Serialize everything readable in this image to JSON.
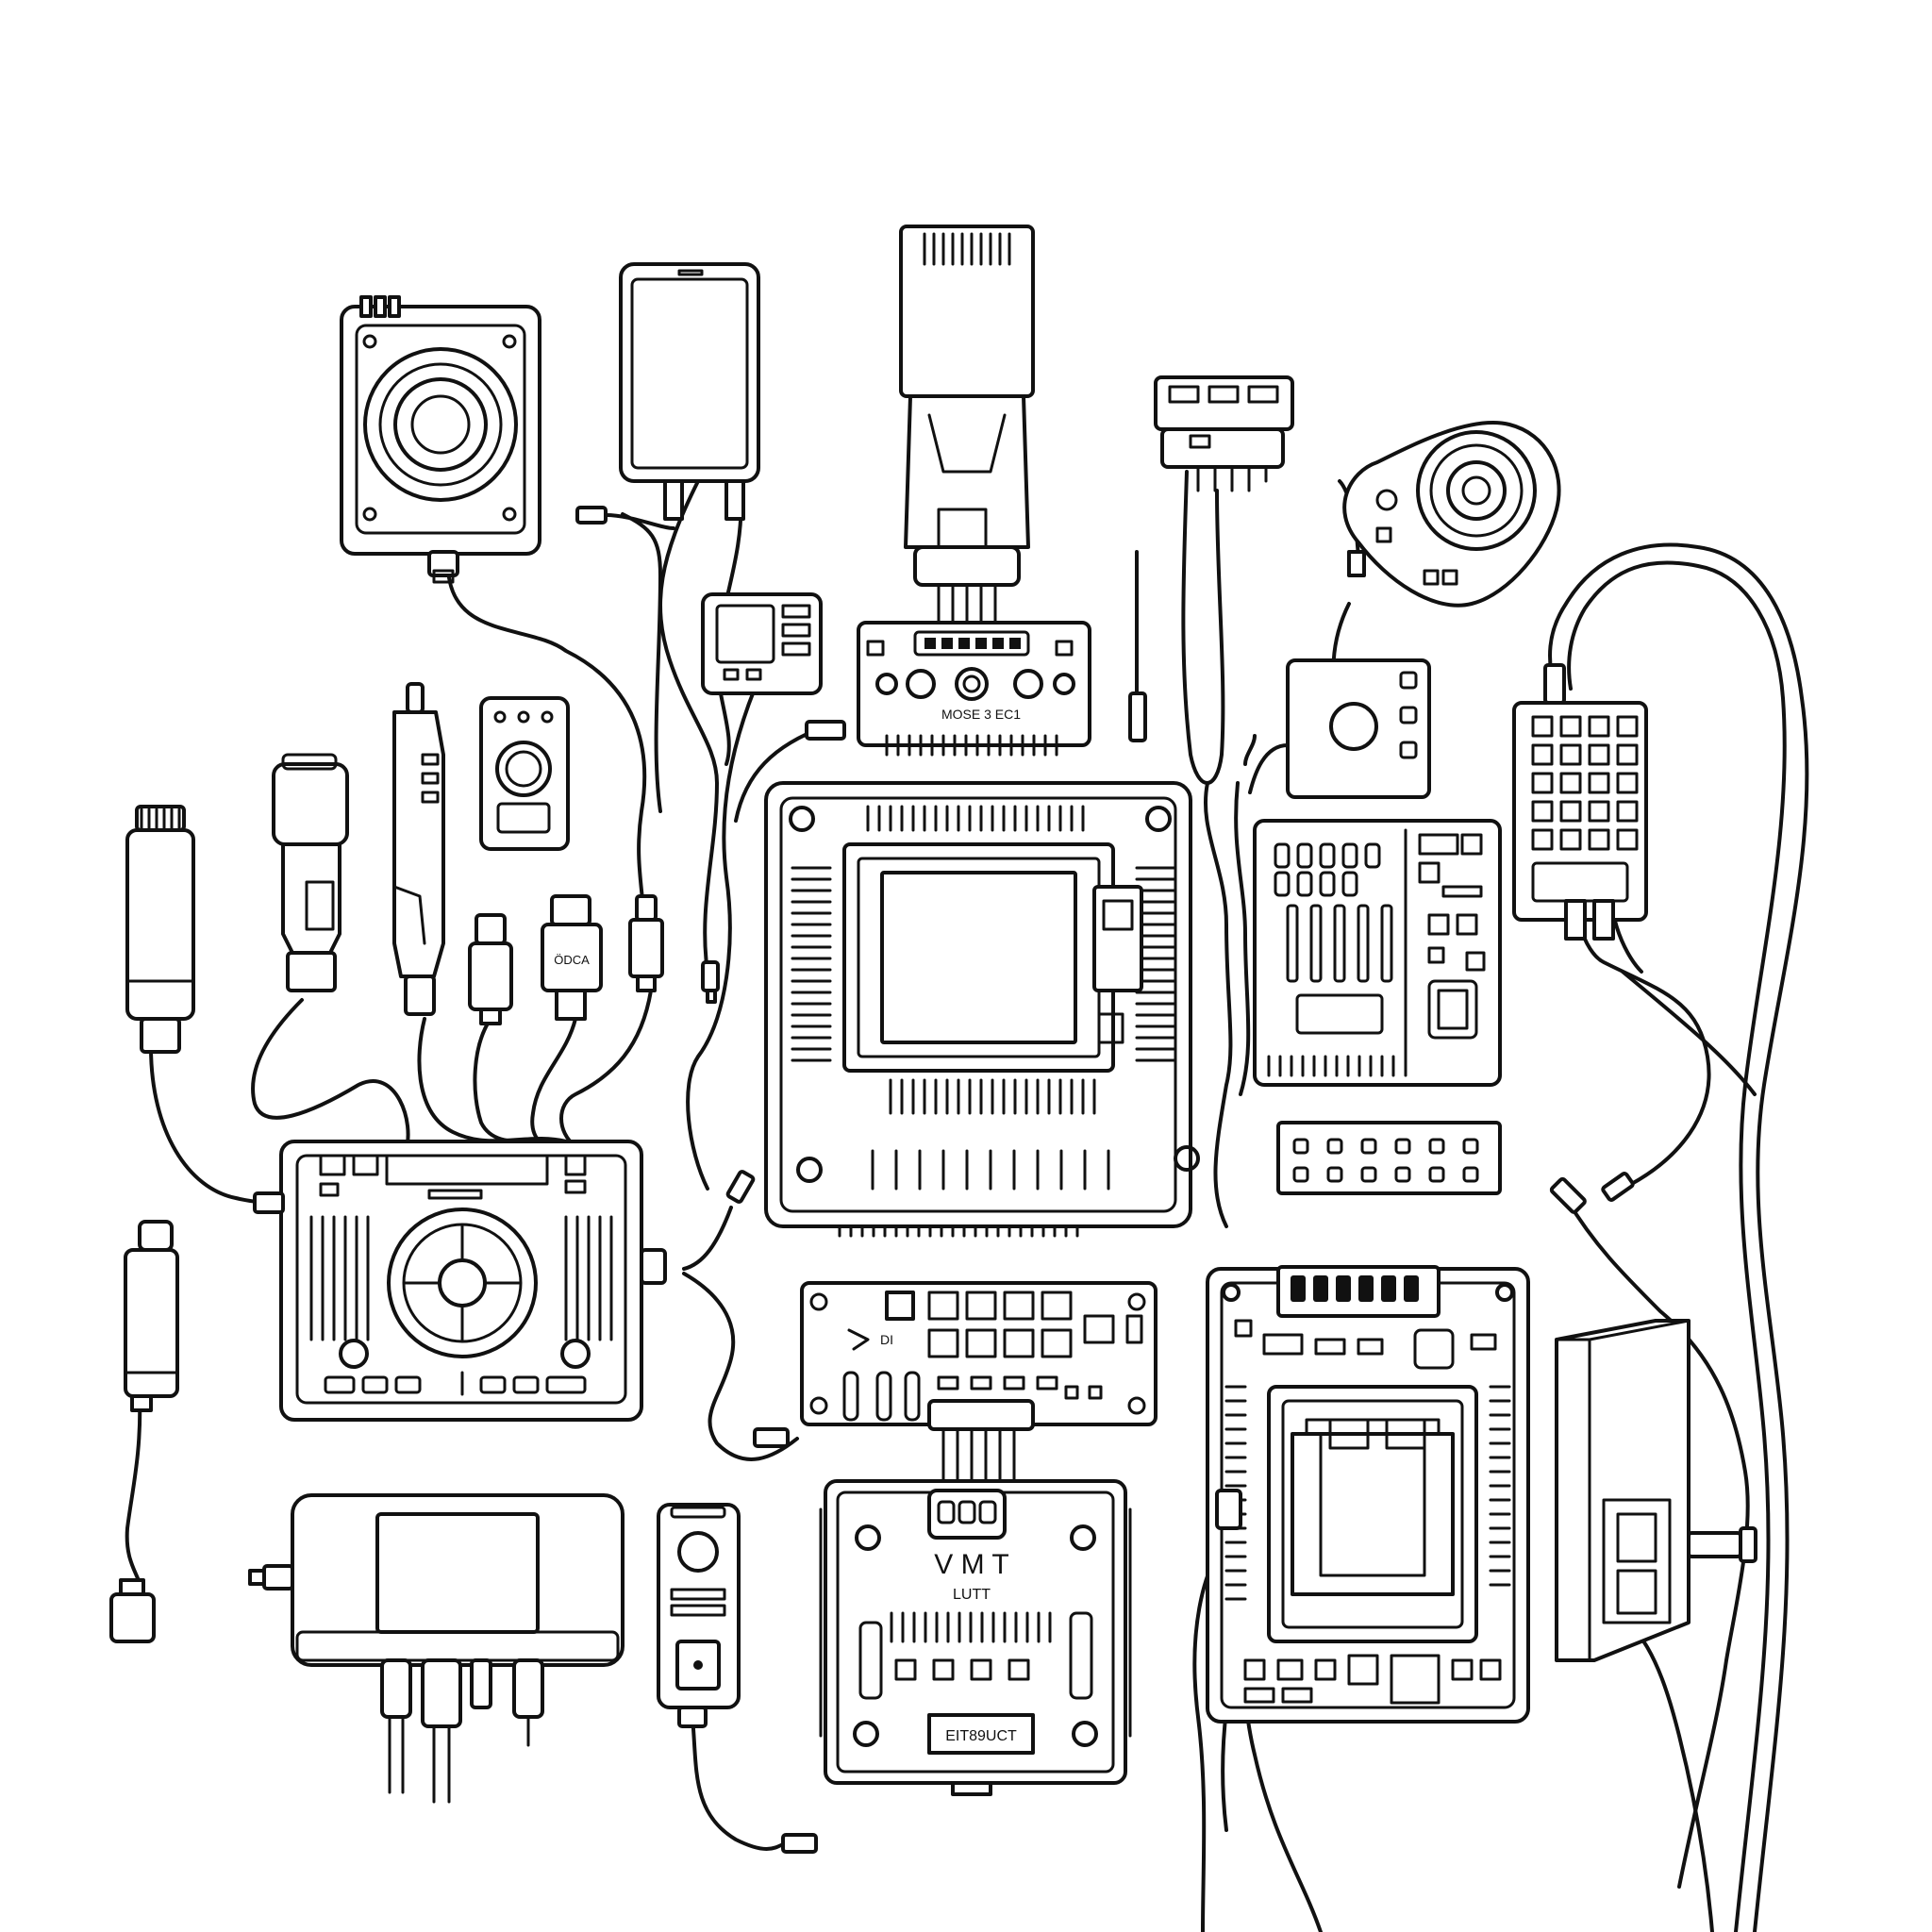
{
  "illustration": {
    "style": "black line art on white background",
    "colors": {
      "line": "#111111",
      "background": "#ffffff"
    },
    "components": [
      "camera-module",
      "smartphone",
      "usb-stick-adapter",
      "wire-connector",
      "round-camera-module",
      "pen-probe",
      "rotary-knob-module",
      "lcd-meter",
      "usb-cable",
      "keypad-module",
      "mini-display-module",
      "main-processor-board",
      "controller-module",
      "terminal-strip",
      "fan-control-unit",
      "breakout-board",
      "development-board",
      "shield-board",
      "battery-pack",
      "power-adapter",
      "sensor-stick"
    ]
  },
  "labels": {
    "terminal_board": "MOSE 3 EC1",
    "usb_plug": "ÖDCA",
    "vmt_board_line1": "V M T",
    "vmt_board_line2": "LUTT",
    "vmt_board_box": "EIT89UCT",
    "breakout_small": "DI"
  }
}
